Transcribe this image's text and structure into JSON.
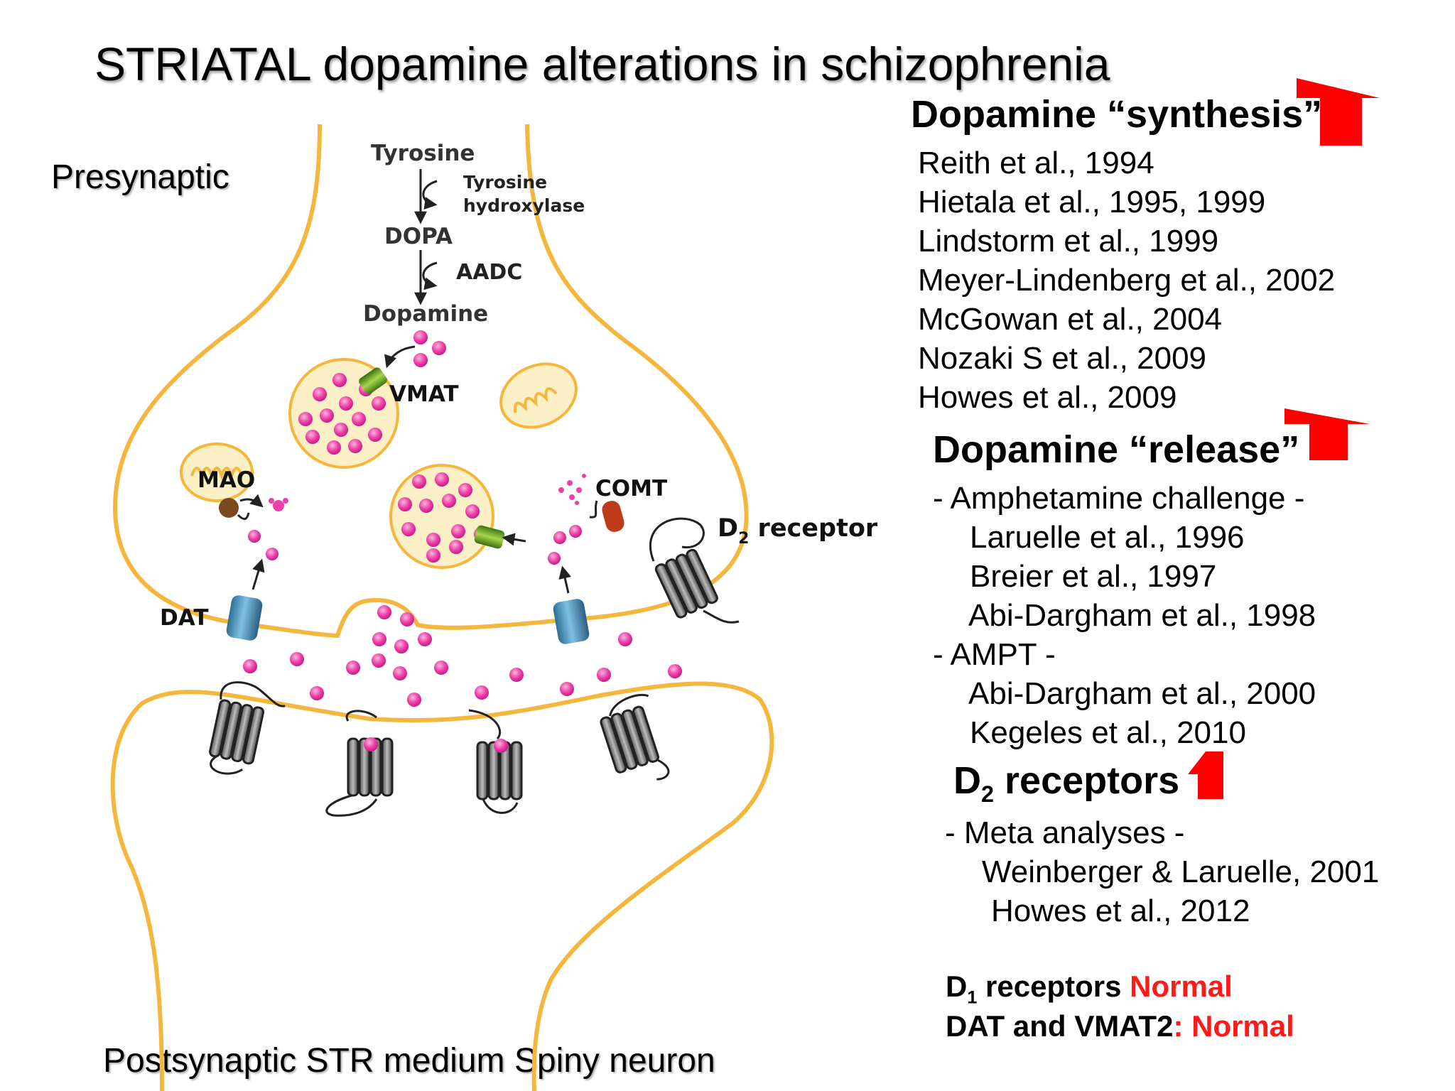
{
  "title": "STRIATAL dopamine alterations in schizophrenia",
  "labels": {
    "presynaptic": "Presynaptic",
    "postsynaptic": "Postsynaptic STR medium Spiny neuron",
    "tyrosine": "Tyrosine",
    "tyrosine_hydroxylase_1": "Tyrosine",
    "tyrosine_hydroxylase_2": "hydroxylase",
    "dopa": "DOPA",
    "aadc": "AADC",
    "dopamine": "Dopamine",
    "vmat": "VMAT",
    "mao": "MAO",
    "comt": "COMT",
    "dat": "DAT",
    "d2_receptor_d": "D",
    "d2_receptor_sub": "2",
    "d2_receptor_rest": " receptor"
  },
  "synthesis": {
    "heading": "Dopamine “synthesis”",
    "refs": [
      "Reith et al., 1994",
      "Hietala et al., 1995, 1999",
      "Lindstorm et al., 1999",
      "Meyer-Lindenberg et al., 2002",
      "McGowan et al., 2004",
      "Nozaki S et al., 2009",
      "Howes et al., 2009"
    ]
  },
  "release": {
    "heading": "Dopamine “release”",
    "group1_label": "- Amphetamine challenge -",
    "group1_refs": [
      "Laruelle et al., 1996",
      "Breier et al., 1997",
      "Abi-Dargham et al., 1998"
    ],
    "group2_label": "- AMPT -",
    "group2_refs": [
      "Abi-Dargham et al., 2000",
      "Kegeles et al., 2010"
    ]
  },
  "d2": {
    "heading_d": "D",
    "heading_sub": "2",
    "heading_rest": " receptors",
    "group_label": "- Meta analyses -",
    "refs": [
      "Weinberger & Laruelle, 2001",
      "Howes et al., 2012"
    ]
  },
  "summary": {
    "d1_d": "D",
    "d1_sub": "1",
    "d1_rest": " receptors ",
    "d1_status": "Normal",
    "dat_label": "DAT and VMAT2",
    "dat_status": ": Normal"
  },
  "colors": {
    "membrane": "#f5b63d",
    "dopamine_dot": "#ee3fa8",
    "vesicle_fill": "#fbefc6",
    "arrow_up": "#ff0000",
    "status_text": "#ff1a1a"
  },
  "icons": [
    "up-arrow-icon",
    "receptor-icon",
    "transporter-icon",
    "mitochondrion-icon",
    "vesicle-icon"
  ]
}
